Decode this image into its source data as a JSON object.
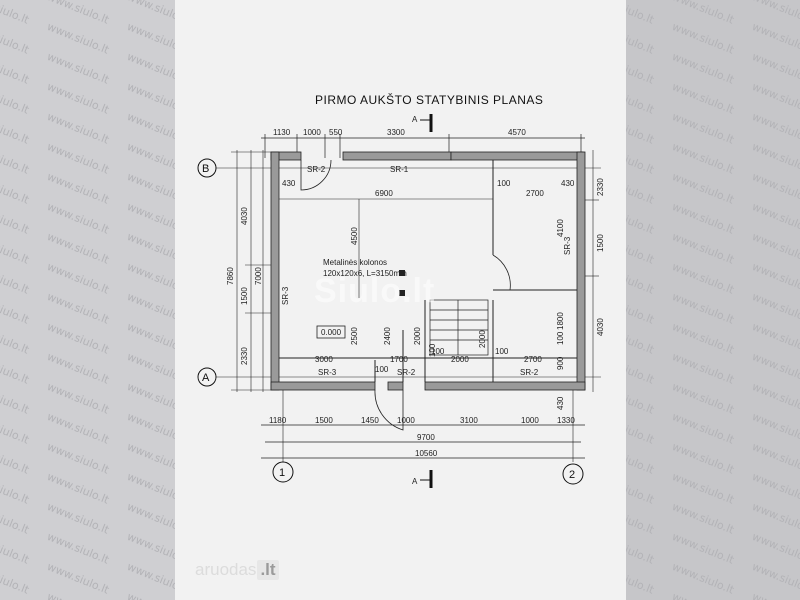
{
  "plan": {
    "title": "PIRMO AUKŠTO STATYBINIS PLANAS",
    "section_marker": "A",
    "grid_axes": {
      "left_col": "1",
      "right_col": "2",
      "top_row": "B",
      "bottom_row": "A"
    },
    "top_dims": [
      "1130",
      "1000",
      "550",
      "3300",
      "4570"
    ],
    "bottom_dims": [
      "1180",
      "1500",
      "1450",
      "1000",
      "3100",
      "1000",
      "1330"
    ],
    "total_inner": "9700",
    "total_outer": "10560",
    "left_dims_outer": "7860",
    "left_dims_mid": [
      "4030",
      "7000",
      "1500",
      "2330"
    ],
    "right_dims": [
      "2330",
      "1500",
      "4030"
    ],
    "interior_dims": {
      "top_left_430": "430",
      "top_6900": "6900",
      "top_100": "100",
      "top_2700": "2700",
      "top_right_430": "430",
      "v_4500": "4500",
      "v_4100": "4100",
      "v_2500": "2500",
      "v_2400": "2400",
      "v_2000a": "2000",
      "v_2000b": "2000",
      "v_1800": "1800",
      "v_900": "900",
      "v_100a": "100",
      "v_100b": "100",
      "v_430b": "430",
      "h_3000": "3000",
      "h_1700": "1700",
      "h_2000": "2000",
      "h_2700": "2700",
      "h_100": "100",
      "h_100b": "100",
      "h_100c": "100"
    },
    "wall_labels": [
      "SR-2",
      "SR-1",
      "SR-3",
      "SR-3",
      "SR-3",
      "SR-2",
      "SR-2"
    ],
    "column_note_line1": "Metalinės kolonos",
    "column_note_line2": "120x120x6, L=3150mm",
    "level_mark": "0.000"
  },
  "watermark": {
    "side_text": "www.siulo.lt",
    "center_text": "Siulo.lt"
  },
  "brand": {
    "name": "aruodas",
    "suffix": ".lt"
  },
  "colors": {
    "background": "#c9c9cb",
    "sheet": "#f2f2f2",
    "ink": "#222222"
  }
}
